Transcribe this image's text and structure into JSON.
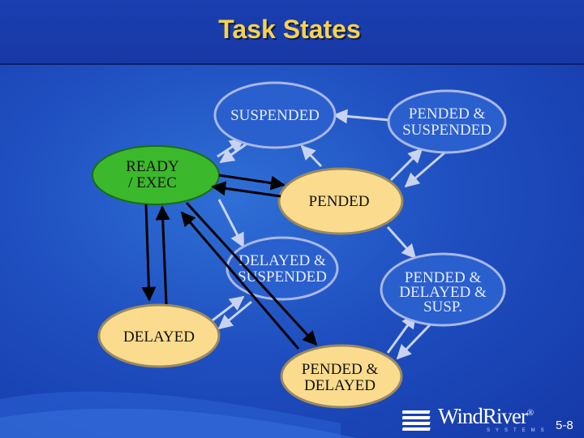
{
  "slide": {
    "title": "Task States",
    "page_number": "5-8"
  },
  "states": {
    "suspended": "SUSPENDED",
    "pended_suspended": [
      "PENDED &",
      "SUSPENDED"
    ],
    "ready_exec": [
      "READY",
      "/ EXEC"
    ],
    "pended": "PENDED",
    "delayed_suspended": [
      "DELAYED &",
      "SUSPENDED"
    ],
    "pended_delayed_susp": [
      "PENDED &",
      "DELAYED &",
      "SUSP."
    ],
    "delayed": "DELAYED",
    "pended_delayed": [
      "PENDED &",
      "DELAYED"
    ]
  },
  "logo": {
    "name": "WindRiver",
    "registered": "®",
    "sub": "SYSTEMS"
  },
  "colors": {
    "background": "#1f4fc0",
    "title": "#f7d24a",
    "ready_node": "#3cb82c",
    "active_node": "#fbdc8e",
    "inactive_node": "#2a5fce",
    "strong_arrow": "#000000",
    "weak_arrow": "#c9d3ef"
  }
}
